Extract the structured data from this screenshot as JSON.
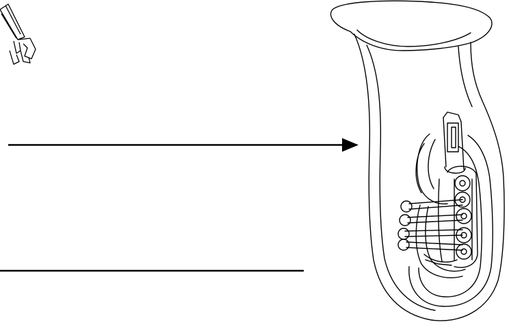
{
  "figure": {
    "background_color": "#ffffff",
    "line_color": "#000000",
    "elements": [
      {
        "name": "mouthpiece-fragment",
        "kind": "line-art"
      },
      {
        "name": "pointer-arrow",
        "kind": "arrow",
        "direction": "right"
      },
      {
        "name": "blank-line",
        "kind": "line"
      },
      {
        "name": "tuba",
        "kind": "line-art"
      }
    ]
  }
}
